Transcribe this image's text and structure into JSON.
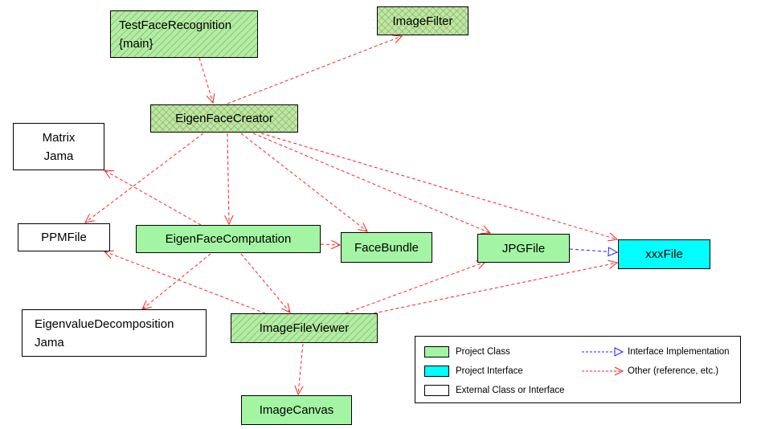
{
  "nodes": [
    {
      "id": "TestFaceRecognition",
      "lines": [
        "TestFaceRecognition",
        "{main}"
      ],
      "kind": "project-class",
      "pattern": "single-hatch"
    },
    {
      "id": "ImageFilter",
      "lines": [
        "ImageFilter"
      ],
      "kind": "project-class",
      "pattern": "cross-hatch"
    },
    {
      "id": "EigenFaceCreator",
      "lines": [
        "EigenFaceCreator"
      ],
      "kind": "project-class",
      "pattern": "cross-hatch"
    },
    {
      "id": "Matrix",
      "lines": [
        "Matrix",
        "Jama"
      ],
      "kind": "external"
    },
    {
      "id": "PPMFile",
      "lines": [
        "PPMFile"
      ],
      "kind": "external"
    },
    {
      "id": "EigenFaceComputation",
      "lines": [
        "EigenFaceComputation"
      ],
      "kind": "project-class"
    },
    {
      "id": "FaceBundle",
      "lines": [
        "FaceBundle"
      ],
      "kind": "project-class"
    },
    {
      "id": "JPGFile",
      "lines": [
        "JPGFile"
      ],
      "kind": "project-class"
    },
    {
      "id": "xxxFile",
      "lines": [
        "xxxFile"
      ],
      "kind": "project-interface"
    },
    {
      "id": "EigenvalueDecomposition",
      "lines": [
        "EigenvalueDecomposition",
        "Jama"
      ],
      "kind": "external"
    },
    {
      "id": "ImageFileViewer",
      "lines": [
        "ImageFileViewer"
      ],
      "kind": "project-class",
      "pattern": "single-hatch"
    },
    {
      "id": "ImageCanvas",
      "lines": [
        "ImageCanvas"
      ],
      "kind": "project-class"
    }
  ],
  "edges": [
    {
      "from": "TestFaceRecognition",
      "to": "EigenFaceCreator",
      "type": "reference"
    },
    {
      "from": "EigenFaceCreator",
      "to": "ImageFilter",
      "type": "reference"
    },
    {
      "from": "EigenFaceCreator",
      "to": "PPMFile",
      "type": "reference"
    },
    {
      "from": "EigenFaceCreator",
      "to": "EigenFaceComputation",
      "type": "reference"
    },
    {
      "from": "EigenFaceCreator",
      "to": "FaceBundle",
      "type": "reference"
    },
    {
      "from": "EigenFaceCreator",
      "to": "JPGFile",
      "type": "reference"
    },
    {
      "from": "EigenFaceCreator",
      "to": "xxxFile",
      "type": "reference"
    },
    {
      "from": "EigenFaceComputation",
      "to": "Matrix",
      "type": "reference"
    },
    {
      "from": "EigenFaceComputation",
      "to": "FaceBundle",
      "type": "reference"
    },
    {
      "from": "EigenFaceComputation",
      "to": "EigenvalueDecomposition",
      "type": "reference"
    },
    {
      "from": "EigenFaceComputation",
      "to": "ImageFileViewer",
      "type": "reference"
    },
    {
      "from": "ImageFileViewer",
      "to": "PPMFile",
      "type": "reference"
    },
    {
      "from": "ImageFileViewer",
      "to": "JPGFile",
      "type": "reference"
    },
    {
      "from": "ImageFileViewer",
      "to": "xxxFile",
      "type": "reference"
    },
    {
      "from": "ImageFileViewer",
      "to": "ImageCanvas",
      "type": "reference"
    },
    {
      "from": "JPGFile",
      "to": "xxxFile",
      "type": "implementation"
    }
  ],
  "legend": {
    "project_class": "Project Class",
    "project_interface": "Project Interface",
    "external": "External Class or Interface",
    "implementation": "Interface Implementation",
    "reference": "Other (reference, etc.)"
  },
  "colors": {
    "project_class": "#a3f5a3",
    "project_interface": "#00ffff",
    "external": "#ffffff",
    "reference_edge": "#ff2020",
    "implementation_edge": "#2020ff"
  }
}
